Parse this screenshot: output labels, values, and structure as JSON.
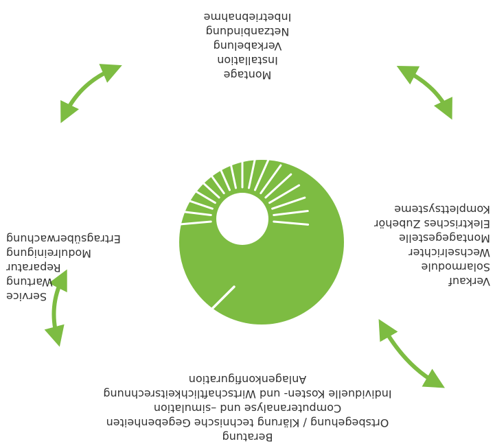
{
  "colors": {
    "accent": "#7dbc42",
    "text": "#333333",
    "background": "#ffffff"
  },
  "icons": [
    "sun-icon",
    "solar-panel-line-icon",
    "cycle-arrow-icon"
  ],
  "blocks": {
    "top": {
      "title": "Beratung",
      "lines": [
        "Ortsbegehung / Klärung technische Gegebenheiten",
        "Computeranalyse und –simulation",
        "Individuelle Kosten- und Wirtschaftlichkeitsrechnung",
        "Anlagenkonfiguration"
      ]
    },
    "right": {
      "title": "Service",
      "lines": [
        "Wartung",
        "Reparatur",
        "Modulreinigung",
        "Ertragsüberwachung"
      ]
    },
    "bottom": {
      "title": "Montage",
      "lines": [
        "Installation",
        "Verkabelung",
        "Netzanbindung",
        "Inbetriebnahme"
      ]
    },
    "left": {
      "title": "Verkauf",
      "lines": [
        "Solarmodule",
        "Wechselrichter",
        "Montagegestelle",
        "Elektrisches Zubehör",
        "Komplettsysteme"
      ]
    }
  }
}
